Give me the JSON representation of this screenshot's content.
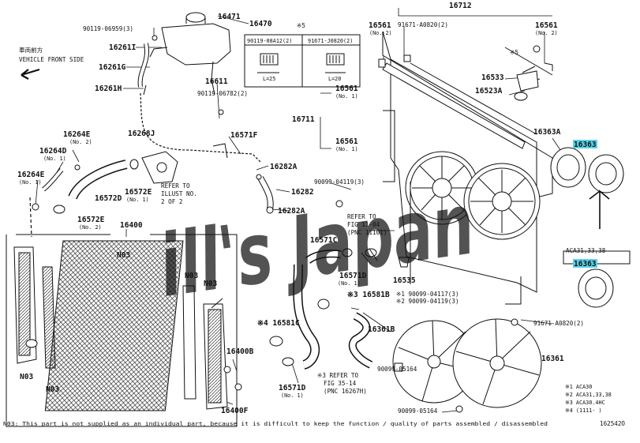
{
  "labels": {
    "p16471": "16471",
    "p16470": "16470",
    "p16712": "16712",
    "p90119_06959": "90119-06959(3)",
    "p16261I": "16261I",
    "p16261G": "16261G",
    "p16261H": "16261H",
    "p16611": "16611",
    "p90119_06782": "90119-06782(2)",
    "p16268J": "16268J",
    "p16264E_2": "16264E",
    "p16264E_2_no": "(No. 2)",
    "p16264D": "16264D",
    "p16264D_no": "(No. 1)",
    "p16264E_1": "16264E",
    "p16264E_1_no": "(No. 1)",
    "p16572D": "16572D",
    "p16572E_1": "16572E",
    "p16572E_1_no": "(No. 1)",
    "p16572E_2": "16572E",
    "p16572E_2_no": "(No. 2)",
    "p16571F": "16571F",
    "p16282A_top": "16282A",
    "p16282": "16282",
    "p16282A_bot": "16282A",
    "refer_illust": "REFER TO\nILLUST NO.\n2 OF 2",
    "p16400": "16400",
    "n03_top": "N03",
    "n03_mid": "N03",
    "n03_right": "N03",
    "n03_left_bot": "N03",
    "n03_bot": "N03",
    "p16400B": "16400B",
    "p16400F": "16400F",
    "p16571C": "16571C",
    "p16571D_1": "16571D",
    "p16571D_1_no": "(No. 1)",
    "p16581B": "※3 16581B",
    "p16581C": "※4 16581C",
    "p16361B": "16361B",
    "p16571D_bot": "16571D",
    "p16571D_bot_no": "(No. 1)",
    "refer_35_14": "※3 REFER TO\nFIG 35-14\n(PNC 16267H)",
    "refer_11_04": "REFER TO\nFIG 11-04\n(PNC 11101)",
    "p16535": "16535",
    "p90099_04117": "※1 90099-04117(3)",
    "p90099_04119_3": "※2 90099-04119(3)",
    "p90099_04119_top": "90099-04119(3)",
    "p90099_05164_a": "90099-05164",
    "p90099_05164_b": "90099-05164",
    "p16361": "16361",
    "p16561_left": "16561",
    "p16561_left_no": "(No. 2)",
    "p91671_A0820_top": "91671-A0820(2)",
    "p16561_right": "16561",
    "p16561_right_no": "(No. 2)",
    "star5": "※5",
    "p16533": "16533",
    "p16523A": "16523A",
    "p16561_mid": "16561",
    "p16561_mid_no": "(No. 1)",
    "p16711": "16711",
    "p16561_mid2": "16561",
    "p16561_mid2_no": "(No. 1)",
    "p16363A": "16363A",
    "p16363_top": "16363",
    "p16363_bot": "16363",
    "aca31": "ACA31,33,38",
    "p91671_A0820_bot": "91671-A0820(2)",
    "vehicle_jp": "車両前方",
    "vehicle_en": "VEHICLE FRONT SIDE",
    "star5_box_title": "※5",
    "screw1": "90119-08A12(2)",
    "screw2": "91671-J0820(2)",
    "len1": "L=25",
    "len2": "L=20",
    "legend1": "※1 ACA30",
    "legend2": "※2 ACA31,33,38",
    "legend3": "※3 ACA30.4HC",
    "legend4": "※4 (1111-    )",
    "footer_note": "N03: This part is not supplied as an individual part, because it is difficult to keep the function / quality of parts assembled / disassembled",
    "fig_no": "162542O",
    "watermark": "ill's Japan"
  },
  "colors": {
    "highlight": "#5ad3ea",
    "watermark": "#e0242a",
    "line": "#111111"
  }
}
